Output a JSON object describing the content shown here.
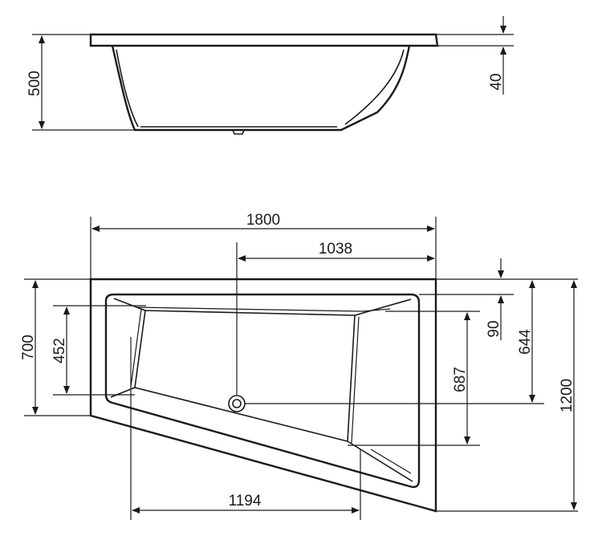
{
  "drawing": {
    "side_view": {
      "height_label": "500",
      "rim_label": "40"
    },
    "top_view": {
      "total_length_label": "1800",
      "drain_offset_label": "1038",
      "bottom_span_label": "1194",
      "left_height_label": "700",
      "left_inner_label": "452",
      "right_rim_label": "90",
      "right_inner_label": "644",
      "right_drain_label": "687",
      "total_width_label": "1200"
    }
  }
}
